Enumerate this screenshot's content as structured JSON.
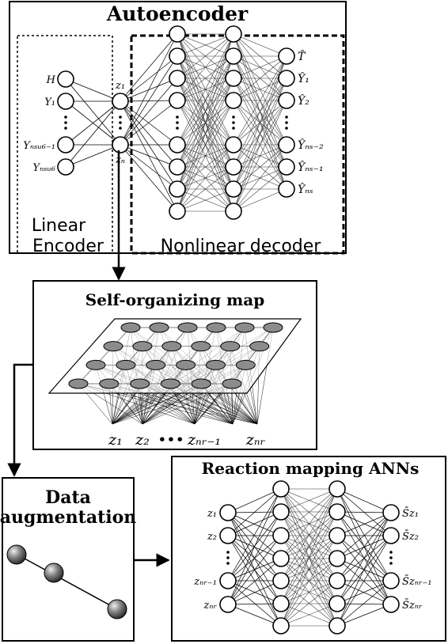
{
  "autoencoder": {
    "title": "Autoencoder",
    "encoder_label_line1": "Linear",
    "encoder_label_line2": "Encoder",
    "decoder_label": "Nonlinear decoder",
    "inputs": [
      "H",
      "Y₁",
      "Yₙₛᵤ₆₋₁",
      "Yₙₛᵤ₆"
    ],
    "latent": [
      "z₁",
      "zₙ"
    ],
    "outputs": [
      "T̂",
      "Ŷ₁",
      "Ŷ₂",
      "Ŷₙₛ₋₂",
      "Ŷₙₛ₋₁",
      "Ŷₙₛ"
    ]
  },
  "som": {
    "title": "Self-organizing map",
    "z_labels": [
      "z₁",
      "z₂",
      "•••",
      "zₙᵣ₋₁",
      "zₙᵣ"
    ]
  },
  "augmentation": {
    "title_line1": "Data",
    "title_line2": "augmentation"
  },
  "reaction": {
    "title": "Reaction mapping ANNs",
    "inputs": [
      "z₁",
      "z₂",
      "zₙᵣ₋₁",
      "zₙᵣ"
    ],
    "outputs": [
      "S̄z₁",
      "S̄z₂",
      "S̄zₙᵣ₋₁",
      "S̄zₙᵣ"
    ]
  }
}
